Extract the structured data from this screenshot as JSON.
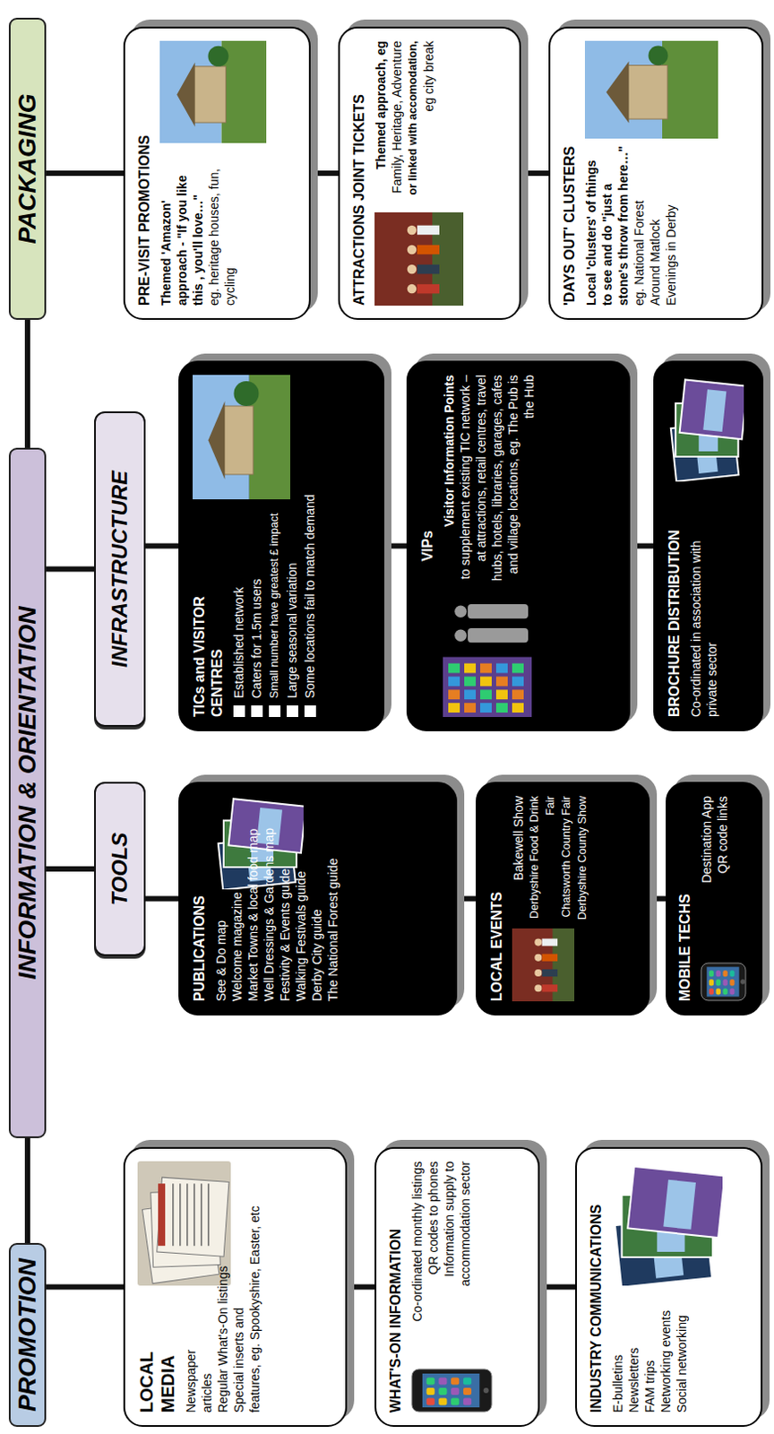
{
  "diagram": {
    "nodes": [
      {
        "text": [
          "PROMOTION"
        ]
      },
      {
        "text": [
          "LOCAL MEDIA",
          "Newspaper articles",
          "Regular What's-On listings",
          "Special inserts and features, eg. Spookyshire, Easter, etc"
        ]
      },
      {
        "text": [
          "WHAT'S-ON INFORMATION",
          "Co-ordinated monthly listings",
          "QR codes to phones",
          "Information supply to accommodation sector"
        ]
      },
      {
        "text": [
          "INDUSTRY COMMUNICATIONS",
          "E-bulletins",
          "Newsletters",
          "FAM trips",
          "Networking events",
          "Social networking"
        ]
      },
      {
        "text": [
          "INFORMATION & ORIENTATION"
        ]
      },
      {
        "text": [
          "TOOLS"
        ]
      },
      {
        "text": [
          "PUBLICATIONS",
          "See & Do map",
          "Welcome magazine",
          "Market Towns & local food map",
          "Well Dressings & Gardens map",
          "Festivity & Events guide",
          "Walking Festivals guide",
          "Derby City guide",
          "The National Forest guide"
        ]
      },
      {
        "text": [
          "LOCAL EVENTS",
          "Bakewell Show",
          "Derbyshire Food & Drink Fair",
          "Chatsworth Country Fair",
          "Derbyshire County Show"
        ]
      },
      {
        "text": [
          "MOBILE TECHS",
          "Destination App",
          "QR code links"
        ]
      },
      {
        "text": [
          "INFRASTRUCTURE"
        ]
      },
      {
        "text": [
          "TICs and VISITOR CENTRES",
          "Established network",
          "Caters for 1.5m users",
          "Small number have greatest £ impact",
          "Large seasonal variation",
          "Some locations fail to match demand"
        ]
      },
      {
        "text": [
          "VIPs",
          "Visitor Information Points",
          "to supplement existing TIC network – at attractions, retail centres, travel hubs, hotels, libraries, garages, cafes and village locations, eg. The Pub is the Hub"
        ]
      },
      {
        "text": [
          "BROCHURE DISTRIBUTION",
          "Co-ordinated in association with private sector"
        ]
      },
      {
        "text": [
          "PACKAGING"
        ]
      },
      {
        "text": [
          "PRE-VISIT PROMOTIONS",
          "Themed 'Amazon' approach - \"If you like this , you'll love…\"",
          "eg. heritage houses, fun, cycling"
        ]
      },
      {
        "text": [
          "ATTRACTIONS JOINT TICKETS",
          "Themed approach, eg",
          "Family, Heritage, Adventure",
          "or linked with accomodation,",
          "eg city break"
        ]
      },
      {
        "text": [
          "'DAYS OUT' CLUSTERS",
          "Local 'clusters' of things to see and do \"just a stone's throw from here…\"",
          "eg. National Forest",
          "Around Matlock",
          "Evenings in Derby"
        ]
      }
    ],
    "edges": [
      {
        "from": 0,
        "to": 1,
        "arrow": "none"
      },
      {
        "from": 1,
        "to": 2,
        "arrow": "none"
      },
      {
        "from": 2,
        "to": 3,
        "arrow": "none"
      },
      {
        "from": 0,
        "to": 4,
        "arrow": "none"
      },
      {
        "from": 4,
        "to": 5,
        "arrow": "none"
      },
      {
        "from": 5,
        "to": 6,
        "arrow": "none"
      },
      {
        "from": 6,
        "to": 7,
        "arrow": "none"
      },
      {
        "from": 7,
        "to": 8,
        "arrow": "none"
      },
      {
        "from": 4,
        "to": 9,
        "arrow": "none"
      },
      {
        "from": 9,
        "to": 10,
        "arrow": "none"
      },
      {
        "from": 10,
        "to": 11,
        "arrow": "none"
      },
      {
        "from": 11,
        "to": 12,
        "arrow": "none"
      },
      {
        "from": 4,
        "to": 13,
        "arrow": "none"
      },
      {
        "from": 13,
        "to": 14,
        "arrow": "none"
      },
      {
        "from": 14,
        "to": 15,
        "arrow": "none"
      },
      {
        "from": 15,
        "to": 16,
        "arrow": "none"
      }
    ]
  }
}
